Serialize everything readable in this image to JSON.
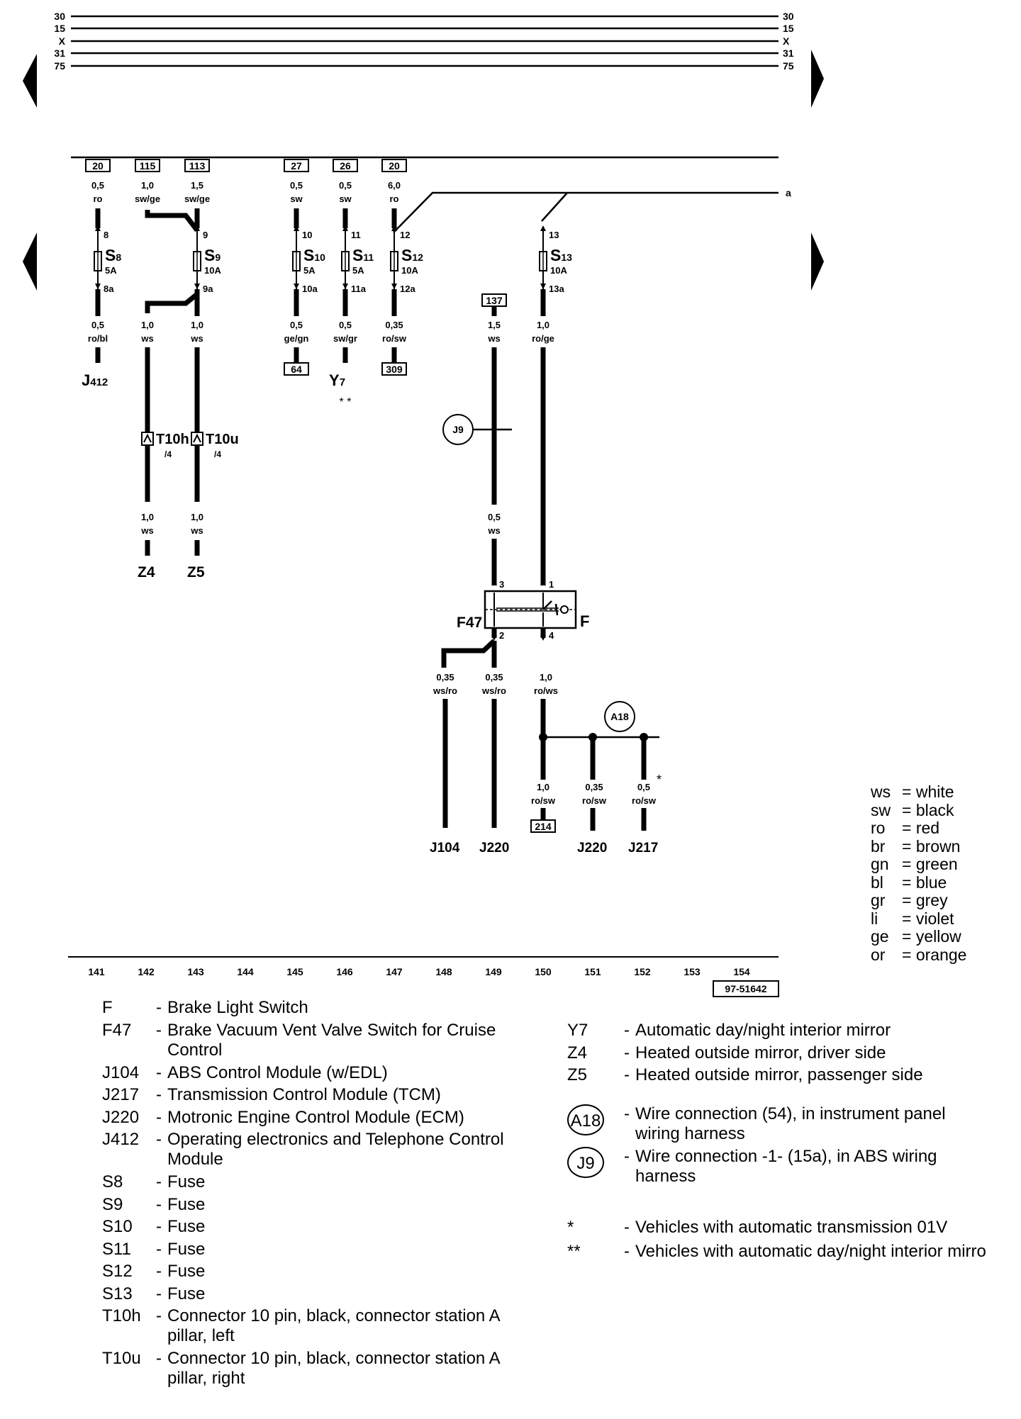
{
  "terminals": [
    "30",
    "15",
    "X",
    "31",
    "75"
  ],
  "fuse_columns": [
    {
      "id": "S8",
      "in_box": "20",
      "in_size": "0,5",
      "in_color": "ro",
      "pin_in": "8",
      "rating": "5A",
      "pin_out": "8a",
      "out_size": "0,5",
      "out_color": "ro/bl",
      "dest": "J412"
    },
    {
      "id": "S9",
      "in_box": "113",
      "in_size": "1,5",
      "in_color": "sw/ge",
      "pin_in": "9",
      "rating": "10A",
      "pin_out": "9a",
      "out_size": "1,0",
      "out_color": "ws",
      "dest": ""
    },
    {
      "id": "S10",
      "in_box": "27",
      "in_size": "0,5",
      "in_color": "sw",
      "pin_in": "10",
      "rating": "5A",
      "pin_out": "10a",
      "out_size": "0,5",
      "out_color": "ge/gn",
      "dest_box": "64"
    },
    {
      "id": "S11",
      "in_box": "26",
      "in_size": "0,5",
      "in_color": "sw",
      "pin_in": "11",
      "rating": "5A",
      "pin_out": "11a",
      "out_size": "0,5",
      "out_color": "sw/gr",
      "dest": "Y7",
      "dest_note": "* *"
    },
    {
      "id": "S12",
      "in_box": "20",
      "in_size": "6,0",
      "in_color": "ro",
      "pin_in": "12",
      "rating": "10A",
      "pin_out": "12a",
      "out_size": "0,35",
      "out_color": "ro/sw",
      "dest_box": "309"
    },
    {
      "id": "S13",
      "pin_in": "13",
      "rating": "10A",
      "pin_out": "13a",
      "out_size": "1,0",
      "out_color": "ro/ge"
    }
  ],
  "extra_labels": {
    "box_115": "115",
    "w115_size": "1,0",
    "w115_color": "sw/ge",
    "ref_a": "a",
    "box_137": "137",
    "w137_size": "1,5",
    "w137_color": "ws",
    "j9": "J9",
    "t10h": "T10h",
    "t10h_pin": "/4",
    "t10u": "T10u",
    "t10u_pin": "/4",
    "z4_size": "1,0",
    "z4_color": "ws",
    "z4": "Z4",
    "z5_size": "1,0",
    "z5_color": "ws",
    "z5": "Z5",
    "s9_left_size": "1,0",
    "s9_left_color": "ws",
    "f47_pin3_size": "0,5",
    "f47_pin3_color": "ws",
    "f47": "F47",
    "f": "F",
    "pin3": "3",
    "pin1": "1",
    "pin2": "2",
    "pin4": "4",
    "j104_size": "0,35",
    "j104_color": "ws/ro",
    "j104": "J104",
    "j220a_size": "0,35",
    "j220a_color": "ws/ro",
    "j220a": "J220",
    "pin4_size": "1,0",
    "pin4_color": "ro/ws",
    "a18": "A18",
    "b214_size": "1,0",
    "b214_color": "ro/sw",
    "box_214": "214",
    "j220b_size": "0,35",
    "j220b_color": "ro/sw",
    "j220b": "J220",
    "j217_size": "0,5",
    "j217_color": "ro/sw",
    "j217": "J217",
    "j217_star": "*"
  },
  "bottom_numbers": [
    "141",
    "142",
    "143",
    "144",
    "145",
    "146",
    "147",
    "148",
    "149",
    "150",
    "151",
    "152",
    "153",
    "154"
  ],
  "figure_id": "97-51642",
  "color_key": [
    {
      "code": "ws",
      "name": "white"
    },
    {
      "code": "sw",
      "name": "black"
    },
    {
      "code": "ro",
      "name": "red"
    },
    {
      "code": "br",
      "name": "brown"
    },
    {
      "code": "gn",
      "name": "green"
    },
    {
      "code": "bl",
      "name": "blue"
    },
    {
      "code": "gr",
      "name": "grey"
    },
    {
      "code": "li",
      "name": "violet"
    },
    {
      "code": "ge",
      "name": "yellow"
    },
    {
      "code": "or",
      "name": "orange"
    }
  ],
  "legend_left": [
    {
      "code": "F",
      "desc": "Brake Light Switch"
    },
    {
      "code": "F47",
      "desc": "Brake Vacuum Vent Valve Switch for Cruise",
      "desc2": "Control"
    },
    {
      "code": "J104",
      "desc": "ABS Control Module (w/EDL)"
    },
    {
      "code": "J217",
      "desc": "Transmission Control Module (TCM)"
    },
    {
      "code": "J220",
      "desc": "Motronic Engine Control Module (ECM)"
    },
    {
      "code": "J412",
      "desc": "Operating electronics and Telephone Control",
      "desc2": "Module"
    },
    {
      "code": "S8",
      "desc": "Fuse"
    },
    {
      "code": "S9",
      "desc": "Fuse"
    },
    {
      "code": "S10",
      "desc": "Fuse"
    },
    {
      "code": "S11",
      "desc": "Fuse"
    },
    {
      "code": "S12",
      "desc": "Fuse"
    },
    {
      "code": "S13",
      "desc": "Fuse"
    },
    {
      "code": "T10h",
      "desc": "Connector 10 pin, black, connector station A",
      "desc2": "pillar, left"
    },
    {
      "code": "T10u",
      "desc": "Connector 10 pin, black, connector station A",
      "desc2": "pillar, right"
    }
  ],
  "legend_right": [
    {
      "code": "Y7",
      "desc": "Automatic day/night interior mirror"
    },
    {
      "code": "Z4",
      "desc": "Heated outside mirror, driver side"
    },
    {
      "code": "Z5",
      "desc": "Heated outside mirror, passenger side"
    },
    {
      "code": "A18",
      "desc": "Wire connection (54), in instrument panel",
      "desc2": "wiring harness"
    },
    {
      "code": "J9",
      "desc": "Wire connection -1- (15a), in ABS wiring",
      "desc2": "harness"
    },
    {
      "code": "*",
      "desc": "Vehicles with automatic transmission 01V"
    },
    {
      "code": "**",
      "desc": "Vehicles with automatic day/night interior mirro"
    }
  ]
}
